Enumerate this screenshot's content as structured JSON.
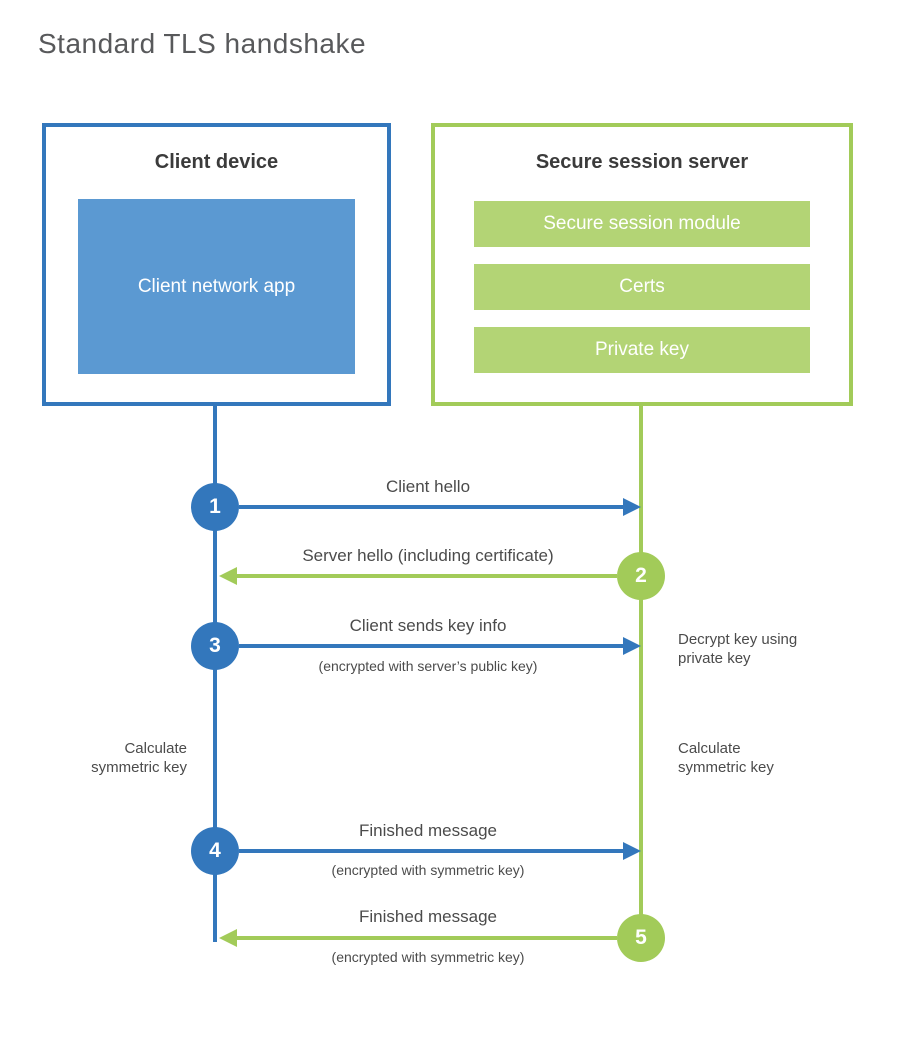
{
  "title": "Standard TLS handshake",
  "client_box": {
    "title": "Client device",
    "app_label": "Client network app"
  },
  "server_box": {
    "title": "Secure session server",
    "modules": [
      "Secure session module",
      "Certs",
      "Private key"
    ]
  },
  "steps": [
    {
      "number": "1",
      "label": "Client hello",
      "sublabel": "",
      "direction": "client-to-server"
    },
    {
      "number": "2",
      "label": "Server hello (including certificate)",
      "sublabel": "",
      "direction": "server-to-client"
    },
    {
      "number": "3",
      "label": "Client sends key info",
      "sublabel": "(encrypted with server’s public key)",
      "direction": "client-to-server"
    },
    {
      "number": "4",
      "label": "Finished message",
      "sublabel": "(encrypted with symmetric key)",
      "direction": "client-to-server"
    },
    {
      "number": "5",
      "label": "Finished message",
      "sublabel": "(encrypted with symmetric key)",
      "direction": "server-to-client"
    }
  ],
  "annotations": {
    "decrypt_key": "Decrypt key using\nprivate key",
    "calculate_left": "Calculate\nsymmetric key",
    "calculate_right": "Calculate\nsymmetric key"
  },
  "colors": {
    "blue_stroke": "#3377bc",
    "blue_fill": "#5b99d2",
    "green_stroke": "#a2cb59",
    "green_fill": "#b3d475",
    "heading_text": "#3b3b3b",
    "label_text": "#4b4b4b",
    "title_text": "#58595b"
  }
}
